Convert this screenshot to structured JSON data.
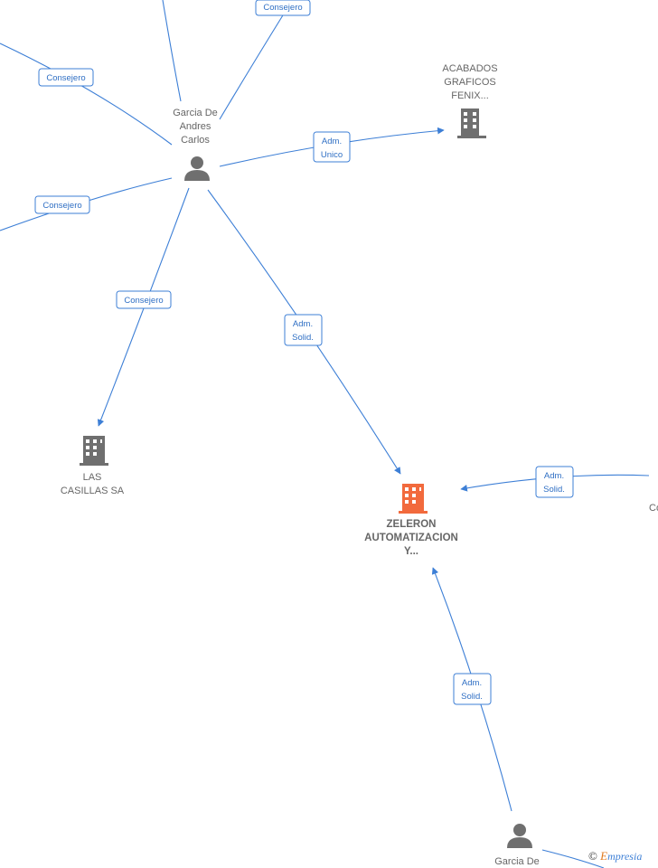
{
  "nodes": {
    "person_top": {
      "lines": [
        "Garcia De",
        "Andres",
        "Carlos"
      ]
    },
    "acabados": {
      "lines": [
        "ACABADOS",
        "GRAFICOS",
        "FENIX..."
      ]
    },
    "las_casillas": {
      "lines": [
        "LAS",
        "CASILLAS SA"
      ]
    },
    "zeleron": {
      "lines": [
        "ZELERON",
        "AUTOMATIZACION",
        "Y..."
      ]
    },
    "person_bottom": {
      "lines": [
        "Garcia De"
      ]
    },
    "right_cut": {
      "lines": [
        "Co"
      ]
    }
  },
  "edges": {
    "consejero_top": [
      "Consejero"
    ],
    "consejero_left_upper": [
      "Consejero"
    ],
    "consejero_left_lower": [
      "Consejero"
    ],
    "consejero_las_casillas": [
      "Consejero"
    ],
    "adm_unico": [
      "Adm.",
      "Unico"
    ],
    "adm_solid_top": [
      "Adm.",
      "Solid."
    ],
    "adm_solid_right": [
      "Adm.",
      "Solid."
    ],
    "adm_solid_bottom": [
      "Adm.",
      "Solid."
    ]
  },
  "logo": {
    "copyright": "©",
    "brand_first": "E",
    "brand_rest": "mpresia"
  },
  "colors": {
    "edge": "#3d7fd6",
    "node_gray": "#6f6f6f",
    "highlight": "#f26a3d"
  }
}
